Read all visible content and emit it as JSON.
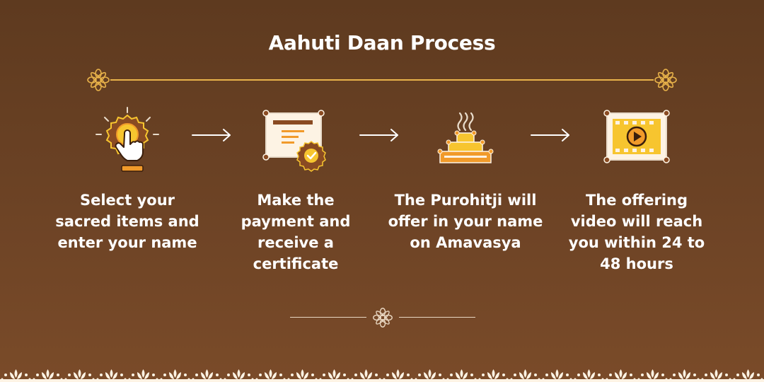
{
  "title": "Aahuti Daan Process",
  "colors": {
    "background": "#6a4124",
    "accent_gold": "#e8b24a",
    "icon_yellow": "#f7c52f",
    "icon_orange": "#f19a2a",
    "icon_brown": "#8a4b22",
    "text": "#ffffff"
  },
  "steps": [
    {
      "icon": "finger-tap-icon",
      "text": "Select your sacred items and enter your name",
      "lines": [
        "Select your",
        "sacred items and",
        "enter your name"
      ]
    },
    {
      "icon": "certificate-icon",
      "text": "Make the payment and receive a certificate",
      "lines": [
        "Make the",
        "payment and",
        "receive a",
        "certificate"
      ]
    },
    {
      "icon": "havan-kund-icon",
      "text": "The Purohitji will offer in your name on Amavasya",
      "lines": [
        "The Purohitji will",
        "offer in your name",
        "on Amavasya"
      ]
    },
    {
      "icon": "video-play-icon",
      "text": "The offering video will reach you within 24 to 48 hours",
      "lines": [
        "The offering",
        "video will reach",
        "you within 24 to",
        "48 hours"
      ]
    }
  ]
}
